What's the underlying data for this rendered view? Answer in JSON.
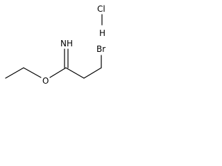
{
  "structure": {
    "atoms": {
      "chlorine": "Cl",
      "hydrogen": "H",
      "imine": "NH",
      "oxygen": "O",
      "bromine": "Br"
    },
    "colors": {
      "ink": "#000000",
      "background": "#ffffff"
    }
  }
}
